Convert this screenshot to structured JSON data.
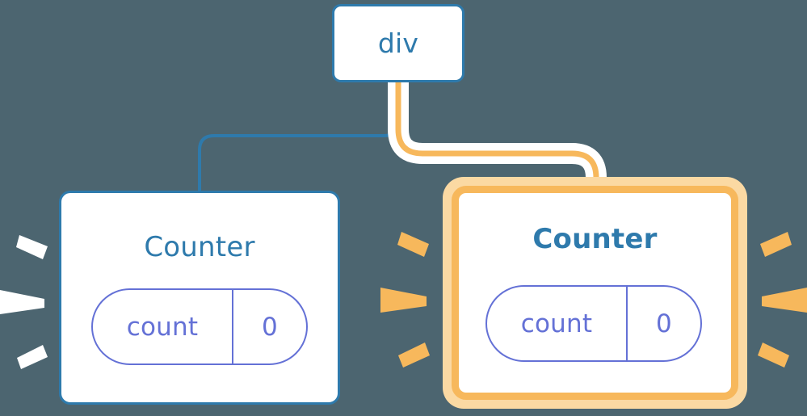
{
  "diagram": {
    "title": "React component tree re-render highlight",
    "background_color": "#4c6570",
    "accent_blue": "#2e7aac",
    "accent_orange": "#f7b85c",
    "accent_orange_halo": "#fbd9a3",
    "accent_indigo": "#6471d6",
    "node_fill": "#ffffff",
    "ray_white": "#ffffff"
  },
  "nodes": {
    "root": {
      "label": "div"
    },
    "counter_left": {
      "label": "Counter",
      "state": {
        "key": "count",
        "value": "0"
      },
      "highlighted": "false"
    },
    "counter_right": {
      "label": "Counter",
      "state": {
        "key": "count",
        "value": "0"
      },
      "highlighted": "true"
    }
  },
  "edges": [
    {
      "name": "edge-root-to-left-counter",
      "from": "div",
      "to": "Counter (left)",
      "color": "#2e7aac",
      "style": "thin"
    },
    {
      "name": "edge-root-to-right-counter",
      "from": "div",
      "to": "Counter (right)",
      "color": "#f7b85c",
      "style": "thick-highlighted"
    }
  ],
  "bursts": [
    {
      "name": "burst-left-counter-left-side",
      "color": "#ffffff",
      "ray_count": "3"
    },
    {
      "name": "burst-right-counter-left-side",
      "color": "#f7b85c",
      "ray_count": "3"
    },
    {
      "name": "burst-right-counter-right-side",
      "color": "#f7b85c",
      "ray_count": "3"
    }
  ]
}
